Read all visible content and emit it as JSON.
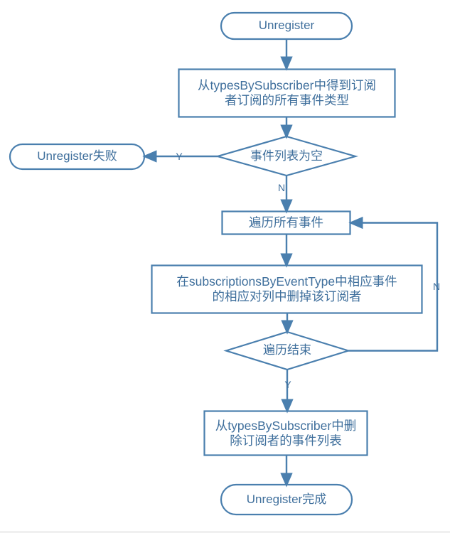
{
  "diagram": {
    "title": "Unregister",
    "type": "flowchart",
    "colors": {
      "stroke": "#4a7fae",
      "text": "#3f6f9c",
      "background": "#ffffff"
    },
    "nodes": [
      {
        "id": "start",
        "shape": "terminal",
        "label": "Unregister"
      },
      {
        "id": "get_types",
        "shape": "process",
        "label": "从typesBySubscriber中得到订阅\n者订阅的所有事件类型"
      },
      {
        "id": "is_empty",
        "shape": "decision",
        "label": "事件列表为空"
      },
      {
        "id": "fail",
        "shape": "terminal",
        "label": "Unregister失败"
      },
      {
        "id": "iterate",
        "shape": "process",
        "label": "遍历所有事件"
      },
      {
        "id": "remove",
        "shape": "process",
        "label": "在subscriptionsByEventType中相应事件\n的相应对列中删掉该订阅者"
      },
      {
        "id": "done_loop",
        "shape": "decision",
        "label": "遍历结束"
      },
      {
        "id": "remove_list",
        "shape": "process",
        "label": "从typesBySubscriber中删\n除订阅者的事件列表"
      },
      {
        "id": "end",
        "shape": "terminal",
        "label": "Unregister完成"
      }
    ],
    "edges": [
      {
        "from": "start",
        "to": "get_types",
        "label": ""
      },
      {
        "from": "get_types",
        "to": "is_empty",
        "label": ""
      },
      {
        "from": "is_empty",
        "to": "fail",
        "label": "Y"
      },
      {
        "from": "is_empty",
        "to": "iterate",
        "label": "N"
      },
      {
        "from": "iterate",
        "to": "remove",
        "label": ""
      },
      {
        "from": "remove",
        "to": "done_loop",
        "label": ""
      },
      {
        "from": "done_loop",
        "to": "iterate",
        "label": "N"
      },
      {
        "from": "done_loop",
        "to": "remove_list",
        "label": "Y"
      },
      {
        "from": "remove_list",
        "to": "end",
        "label": ""
      }
    ],
    "edge_labels": {
      "empty_yes": "Y",
      "empty_no": "N",
      "loop_back_no": "N",
      "loop_done_yes": "Y"
    }
  }
}
